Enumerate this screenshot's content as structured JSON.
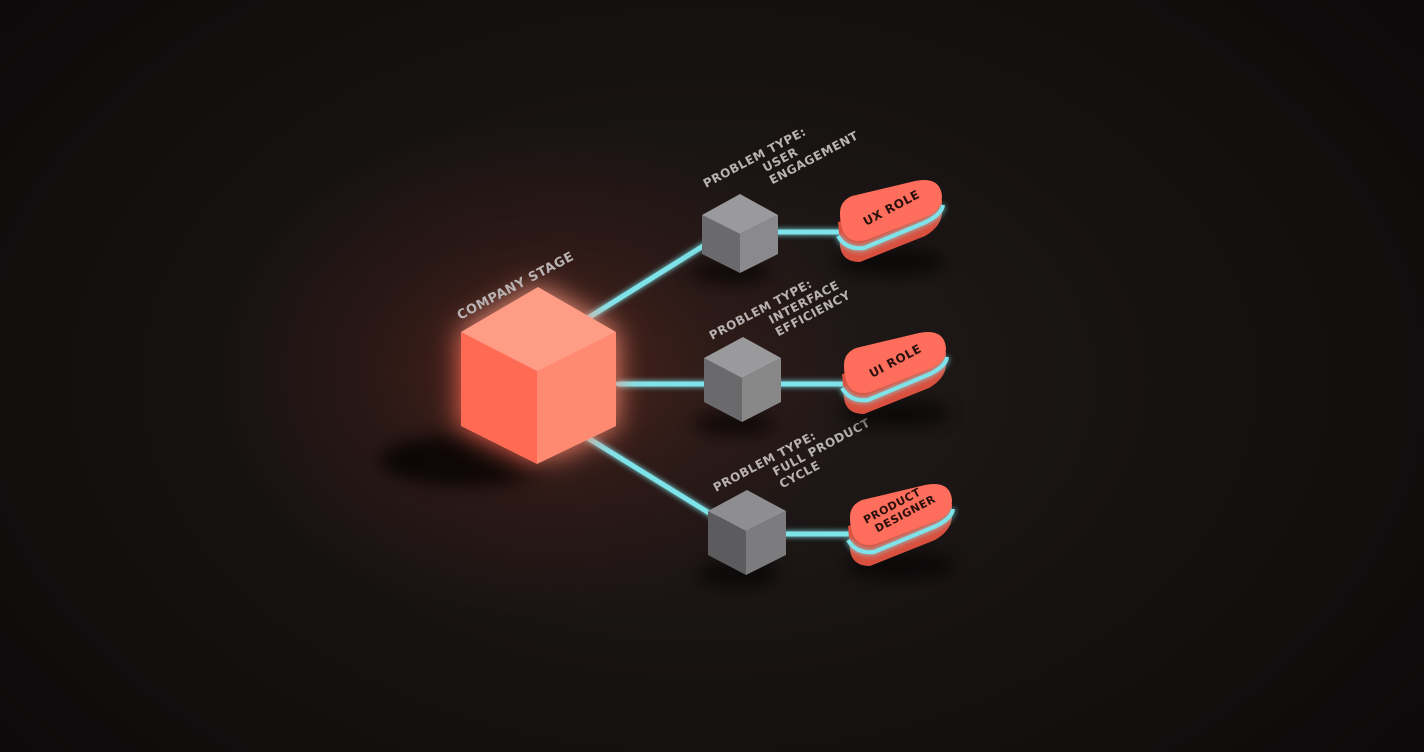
{
  "diagram": {
    "root": {
      "label": "COMPANY STAGE"
    },
    "branches": [
      {
        "problem_lines": [
          "PROBLEM TYPE:",
          "USER",
          "ENGAGEMENT"
        ],
        "role_lines": [
          "UX ROLE"
        ]
      },
      {
        "problem_lines": [
          "PROBLEM TYPE:",
          "INTERFACE",
          "EFFICIENCY"
        ],
        "role_lines": [
          "UI ROLE"
        ]
      },
      {
        "problem_lines": [
          "PROBLEM TYPE:",
          "FULL PRODUCT",
          "CYCLE"
        ],
        "role_lines": [
          "PRODUCT",
          "DESIGNER"
        ]
      }
    ],
    "colors": {
      "root_cube": "#ff6a55",
      "problem_cube": "#6e6e70",
      "role_chip": "#ff6e5c",
      "connector": "#7fe3ea",
      "label": "#b9b2b2"
    }
  }
}
